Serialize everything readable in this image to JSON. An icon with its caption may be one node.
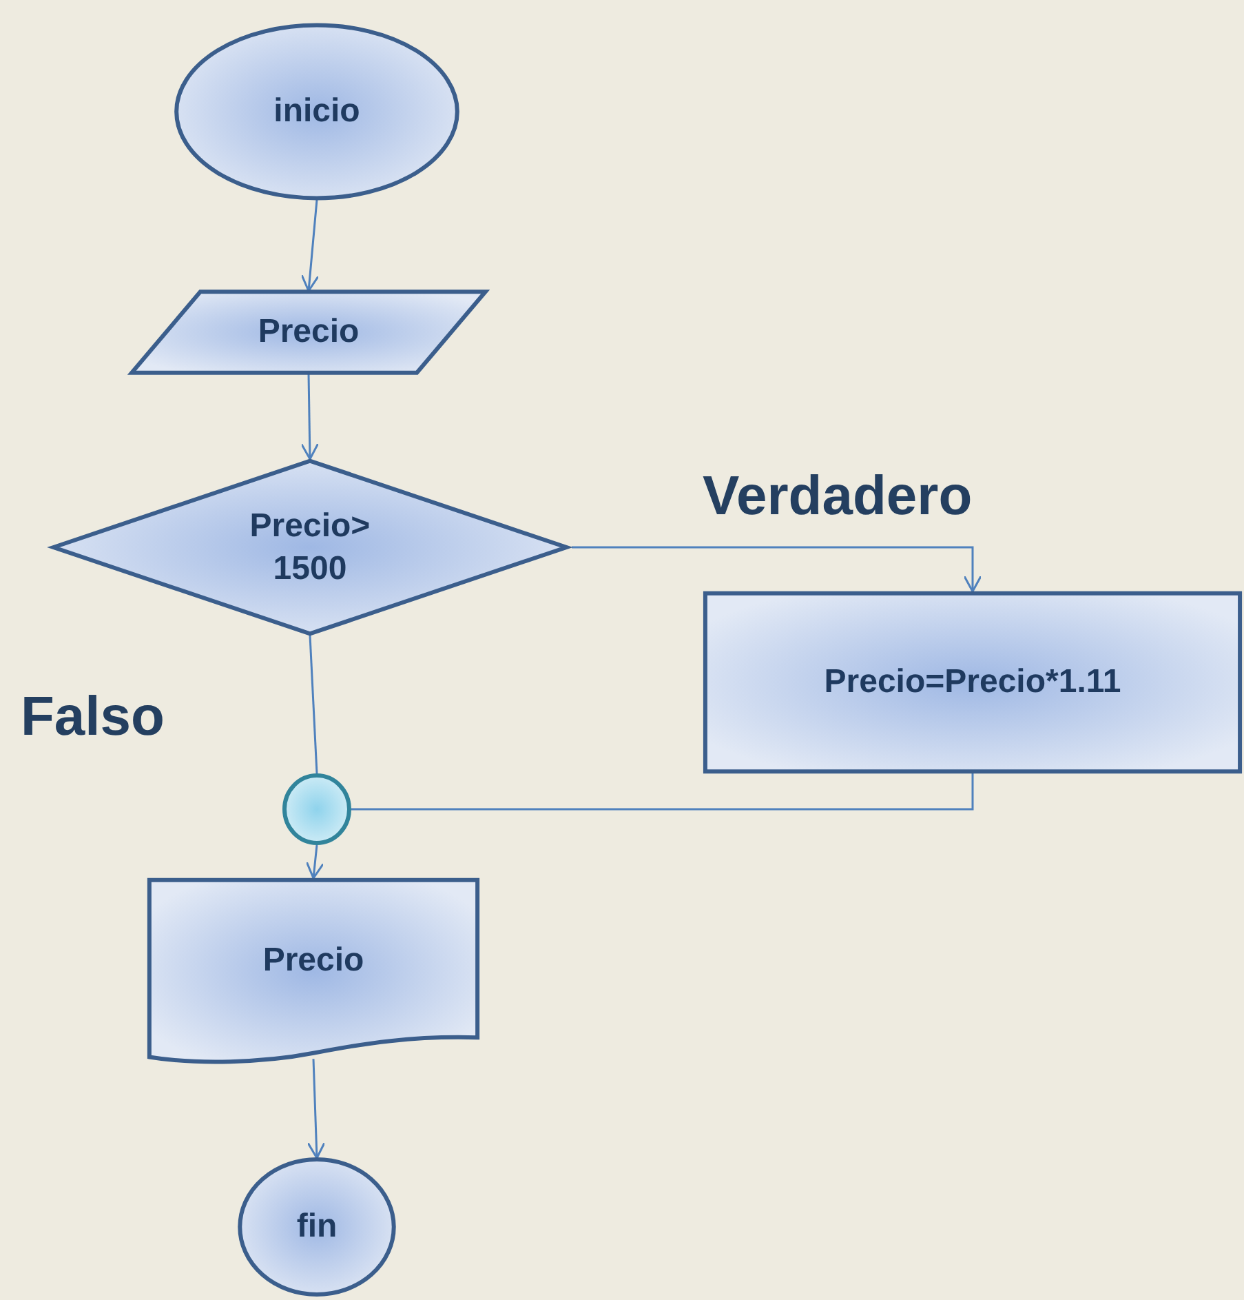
{
  "diagram": {
    "nodes": [
      {
        "text": [
          "inicio"
        ]
      },
      {
        "text": [
          "Precio"
        ]
      },
      {
        "text": [
          "Precio> 1500"
        ]
      },
      {
        "text": [
          "Precio=Precio*1.11"
        ]
      },
      {
        "text": [],
        "shape": "circle"
      },
      {
        "text": [
          "Precio"
        ]
      },
      {
        "text": [
          "fin"
        ]
      }
    ],
    "edges": [
      {
        "from": 0,
        "to": 1,
        "arrow": "to"
      },
      {
        "from": 1,
        "to": 2,
        "arrow": "to"
      },
      {
        "from": 2,
        "to": 3,
        "arrow": "to"
      },
      {
        "from": 2,
        "to": 4,
        "arrow": "none"
      },
      {
        "from": 3,
        "to": 4,
        "arrow": "none"
      },
      {
        "from": 4,
        "to": 5,
        "arrow": "to"
      },
      {
        "from": 5,
        "to": 6,
        "arrow": "to"
      }
    ],
    "labels": [
      "Verdadero",
      "Falso"
    ]
  }
}
